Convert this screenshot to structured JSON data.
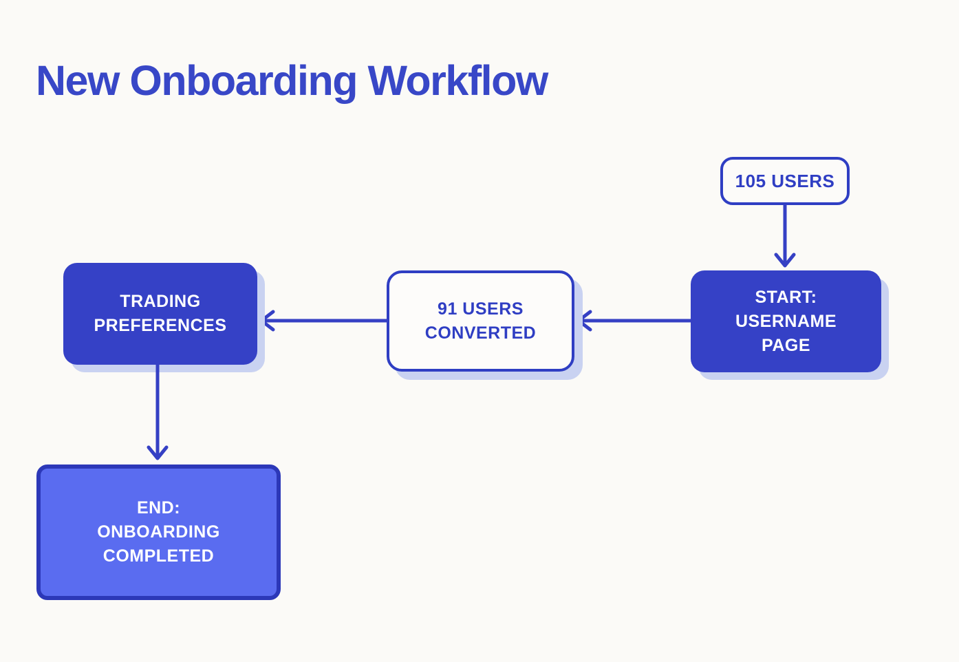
{
  "title": "New Onboarding Workflow",
  "colors": {
    "background": "#fbfaf7",
    "primary_blue": "#3541c6",
    "light_blue": "#5a6cf0",
    "outline_blue": "#2f3ec3",
    "arrow_blue": "#3540c4",
    "shadow": "#c9d2f1",
    "title_text": "#3847c7",
    "node_text_light": "#ffffff"
  },
  "nodes": {
    "users_count": {
      "label": "105 USERS"
    },
    "start": {
      "lines": [
        "START:",
        "USERNAME",
        "PAGE"
      ]
    },
    "converted": {
      "lines": [
        "91 USERS",
        "CONVERTED"
      ]
    },
    "trading": {
      "lines": [
        "TRADING",
        "PREFERENCES"
      ]
    },
    "end": {
      "lines": [
        "END:",
        "ONBOARDING",
        "COMPLETED"
      ]
    }
  },
  "edges": [
    {
      "from": "105 USERS",
      "to": "START: USERNAME PAGE",
      "direction": "down"
    },
    {
      "from": "START: USERNAME PAGE",
      "to": "91 USERS CONVERTED",
      "direction": "left"
    },
    {
      "from": "91 USERS CONVERTED",
      "to": "TRADING PREFERENCES",
      "direction": "left"
    },
    {
      "from": "TRADING PREFERENCES",
      "to": "END: ONBOARDING COMPLETED",
      "direction": "down"
    }
  ]
}
